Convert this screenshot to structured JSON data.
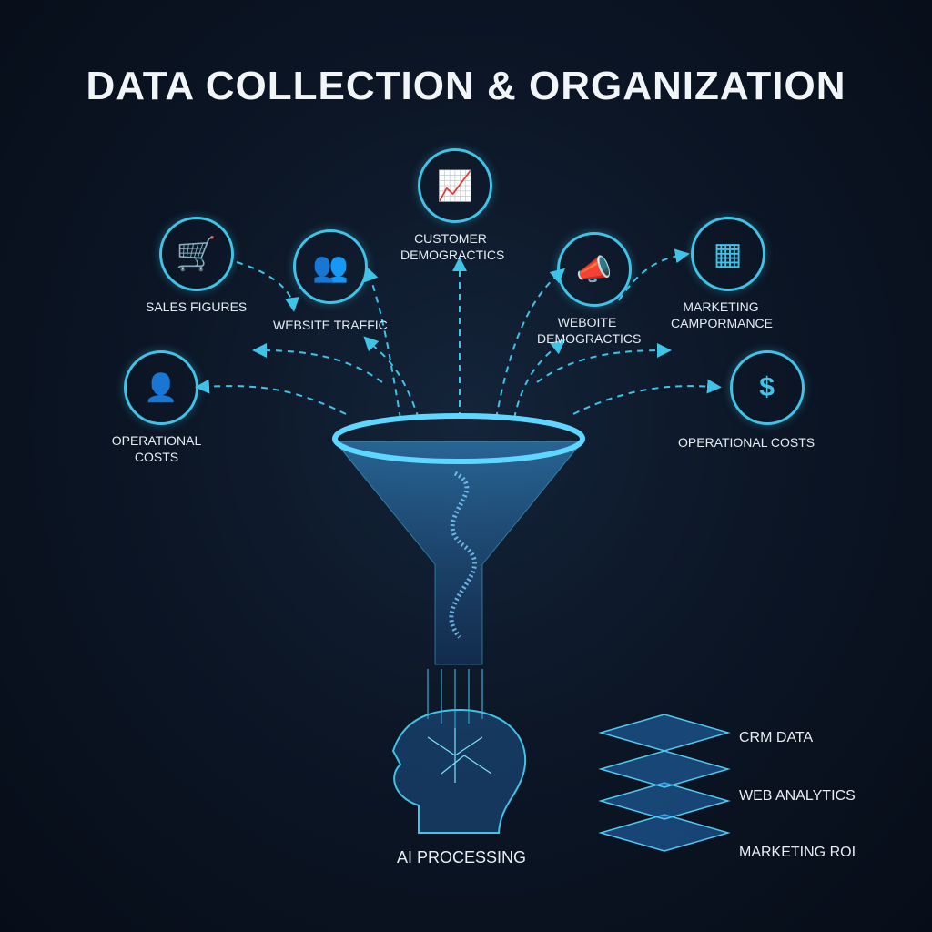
{
  "title": "DATA COLLECTION & ORGANIZATION",
  "sources": [
    {
      "label": "SALES FIGURES",
      "icon": "shopping-cart-icon"
    },
    {
      "label": "WEBSITE TRAFFIC",
      "icon": "users-icon"
    },
    {
      "label": "CUSTOMER DEMOGRACTICS",
      "icon": "bar-chart-icon"
    },
    {
      "label": "WEBOITE DEMOGRACTICS",
      "icon": "megaphone-icon"
    },
    {
      "label": "MARKETING CAMPORMANCE",
      "icon": "calculator-icon"
    },
    {
      "label": "OPERATIONAL COSTS",
      "icon": "user-growth-icon"
    },
    {
      "label": "OPERATIONAL COSTS",
      "icon": "dollar-target-icon"
    }
  ],
  "processing_label": "AI PROCESSING",
  "layers": [
    "CRM DATA",
    "WEB ANALYTICS",
    "MARKETING ROI"
  ],
  "accent": "#3fc3e6"
}
